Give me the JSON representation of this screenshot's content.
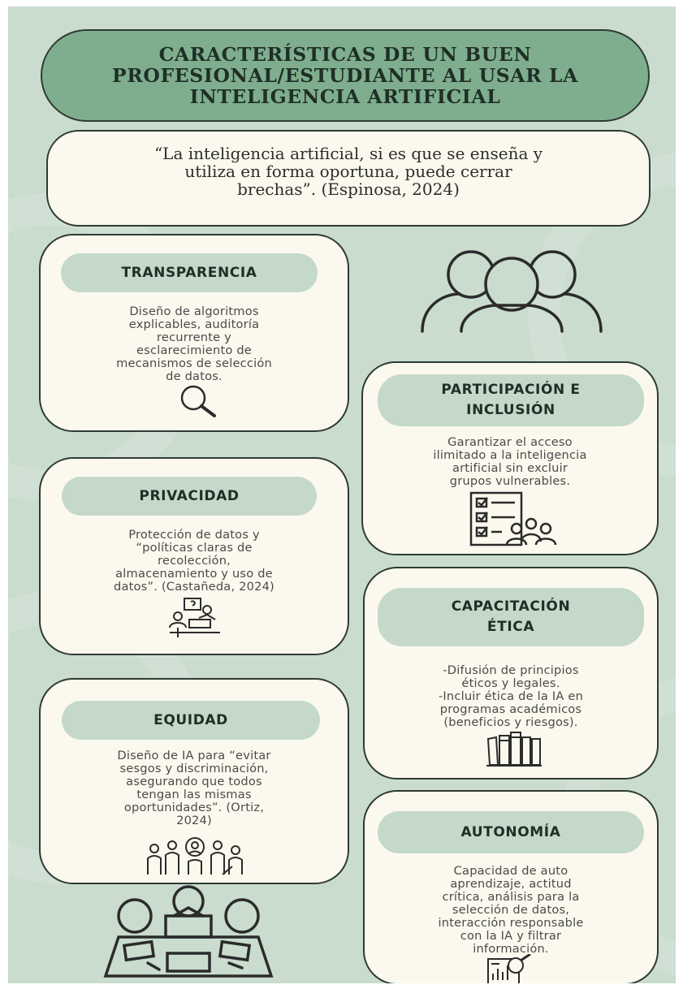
{
  "title": "CARACTERÍSTICAS DE UN BUEN\nPROFESIONAL/ESTUDIANTE AL USAR LA\nINTELIGENCIA ARTIFICIAL",
  "quote": "“La inteligencia artificial, si es que se enseña y\nutiliza  en forma oportuna, puede cerrar\nbrechas”. (Espinosa, 2024)",
  "cards": {
    "transparencia": {
      "heading": "TRANSPARENCIA",
      "text": "Diseño de algoritmos\nexplicables, auditoría\nrecurrente y\nesclarecimiento de\nmecanismos de selección\nde datos.",
      "icon": "magnifying-glass-icon"
    },
    "participacion": {
      "heading": "PARTICIPACIÓN E\nINCLUSIÓN",
      "text": "Garantizar el acceso\nilimitado a la inteligencia\nartificial sin excluir\ngrupos vulnerables.",
      "icon": "checklist-group-icon"
    },
    "privacidad": {
      "heading": "PRIVACIDAD",
      "text": "Protección de datos y\n“políticas claras de\nrecolección,\nalmacenamiento y uso de\ndatos”. (Castañeda, 2024)",
      "icon": "classroom-icon"
    },
    "capacitacion": {
      "heading": "CAPACITACIÓN\nÉTICA",
      "text": "-Difusión de principios\néticos y legales.\n-Incluir ética de la IA en\nprogramas académicos\n(beneficios y riesgos).",
      "icon": "books-icon"
    },
    "equidad": {
      "heading": "EQUIDAD",
      "text": "Diseño de IA para “evitar\nsesgos y discriminación,\nasegurando que todos\ntengan las mismas\noportunidades”. (Ortiz,\n2024)",
      "icon": "diverse-people-icon"
    },
    "autonomia": {
      "heading": "AUTONOMÍA",
      "text": "Capacidad de auto\naprendizaje, actitud\ncrítica, análisis para la\nselección de datos,\ninteracción responsable\ncon la IA y filtrar\ninformación.",
      "icon": "report-search-icon"
    }
  },
  "decor_icons": [
    "user-group-icon",
    "meeting-table-icon"
  ],
  "colors": {
    "background": "#c9dcce",
    "title_box": "#7fae8e",
    "card": "#fbf9ee",
    "pill": "#c4d9ca",
    "outline": "#2f3b33"
  }
}
